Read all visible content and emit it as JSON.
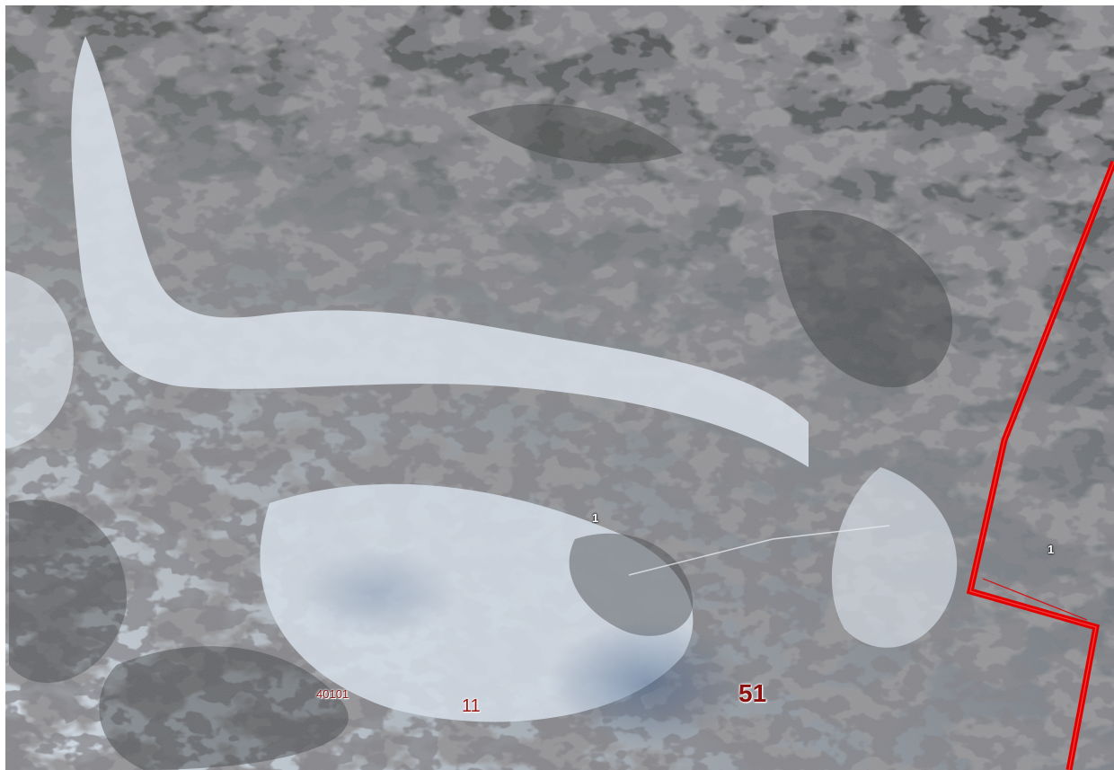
{
  "map": {
    "type": "aerial orthophoto with parcel overlay",
    "colors": {
      "snow": "#dfe6ee",
      "snow_shadow": "#b8c6d6",
      "rock": "#4f4f50",
      "rock_dark": "#3a3a3c",
      "vegetation": "#5a5e4a",
      "boundary": "#e00000",
      "label_red": "#8b1a1a"
    },
    "labels": {
      "parcel_1_center": "1",
      "parcel_1_east": "1",
      "property_40101": "40101",
      "parcel_11": "11",
      "parcel_51": "51"
    }
  }
}
